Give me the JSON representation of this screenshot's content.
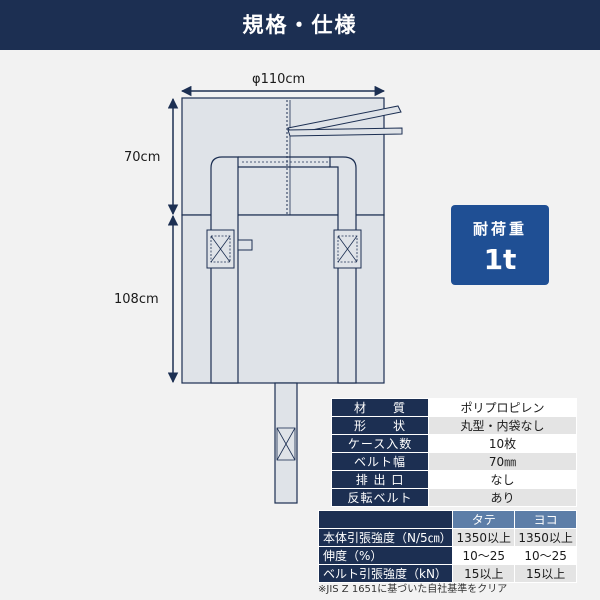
{
  "header": {
    "title": "規格・仕様"
  },
  "dimensions": {
    "diameter": "φ110cm",
    "top_height": "70cm",
    "bottom_height": "108cm"
  },
  "load_capacity": {
    "label": "耐荷重",
    "value": "1t"
  },
  "spec_table": [
    {
      "key": "材　　質",
      "value": "ポリプロピレン"
    },
    {
      "key": "形　　状",
      "value": "丸型・内袋なし"
    },
    {
      "key": "ケース入数",
      "value": "10枚"
    },
    {
      "key": "ベルト幅",
      "value": "70㎜"
    },
    {
      "key": "排 出 口",
      "value": "なし"
    },
    {
      "key": "反転ベルト",
      "value": "あり"
    }
  ],
  "strength_table": {
    "columns": [
      "タテ",
      "ヨコ"
    ],
    "rows": [
      {
        "label": "本体引張強度（N/5㎝）",
        "values": [
          "1350以上",
          "1350以上"
        ]
      },
      {
        "label": "伸度（%）",
        "values": [
          "10～25",
          "10～25"
        ]
      },
      {
        "label": "ベルト引張強度（kN）",
        "values": [
          "15以上",
          "15以上"
        ]
      }
    ]
  },
  "note": "※JIS Z 1651に基づいた自社基準をクリア",
  "colors": {
    "navy": "#1c2f52",
    "blue_badge": "#1f4f94",
    "column_header": "#5d7ea8"
  }
}
